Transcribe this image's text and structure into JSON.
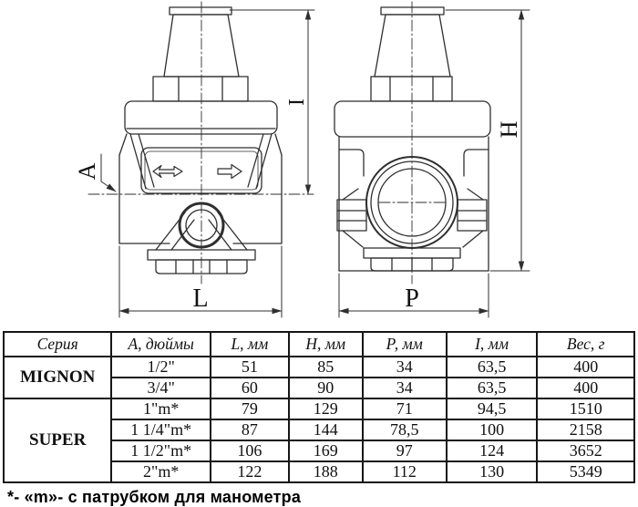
{
  "drawing": {
    "dimension_labels": {
      "A": "A",
      "I": "I",
      "H": "H",
      "L": "L",
      "P": "P"
    },
    "icons": {
      "flow_inlet": "flow-arrow-fletched-icon",
      "flow_outlet": "flow-arrow-right-icon"
    }
  },
  "table": {
    "headers": [
      "Серия",
      "А, дюймы",
      "L, мм",
      "Н, мм",
      "Р, мм",
      "I, мм",
      "Вес, г"
    ],
    "groups": [
      {
        "series": "MIGNON",
        "rows": [
          [
            "1/2\"",
            "51",
            "85",
            "34",
            "63,5",
            "400"
          ],
          [
            "3/4\"",
            "60",
            "90",
            "34",
            "63,5",
            "400"
          ]
        ]
      },
      {
        "series": "SUPER",
        "rows": [
          [
            "1\"m*",
            "79",
            "129",
            "71",
            "94,5",
            "1510"
          ],
          [
            "1 1/4\"m*",
            "87",
            "144",
            "78,5",
            "100",
            "2158"
          ],
          [
            "1 1/2\"m*",
            "106",
            "169",
            "97",
            "124",
            "3652"
          ],
          [
            "2\"m*",
            "122",
            "188",
            "112",
            "130",
            "5349"
          ]
        ]
      }
    ]
  },
  "footnote": "*- «m»- с патрубком для манометра",
  "colors": {
    "background": "#ffffff",
    "drawing_lines": "#2f2f2f",
    "table_border": "#161616",
    "text": "#111111"
  }
}
